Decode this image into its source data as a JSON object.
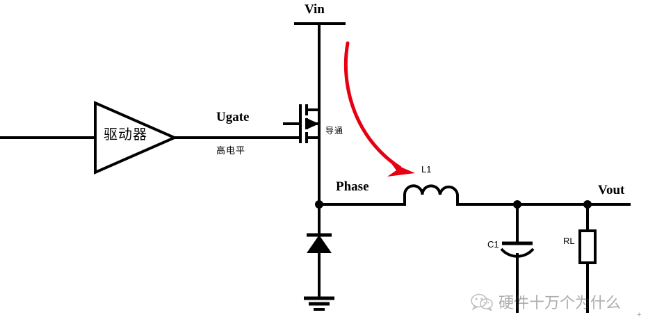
{
  "diagram": {
    "title_labels": {
      "vin": "Vin",
      "vout": "Vout",
      "ugate": "Ugate",
      "phase": "Phase"
    },
    "component_labels": {
      "inductor": "L1",
      "capacitor": "C1",
      "load_resistor": "RL"
    },
    "annotations": {
      "driver": "驱动器",
      "gate_state": "高电平",
      "mosfet_state": "导通"
    },
    "colors": {
      "wire": "#000000",
      "arrow": "#e60012",
      "background": "#ffffff"
    }
  },
  "watermark": {
    "text": "硬件十万个为什么",
    "icon": "wechat-icon",
    "trailing_mark": "+"
  }
}
